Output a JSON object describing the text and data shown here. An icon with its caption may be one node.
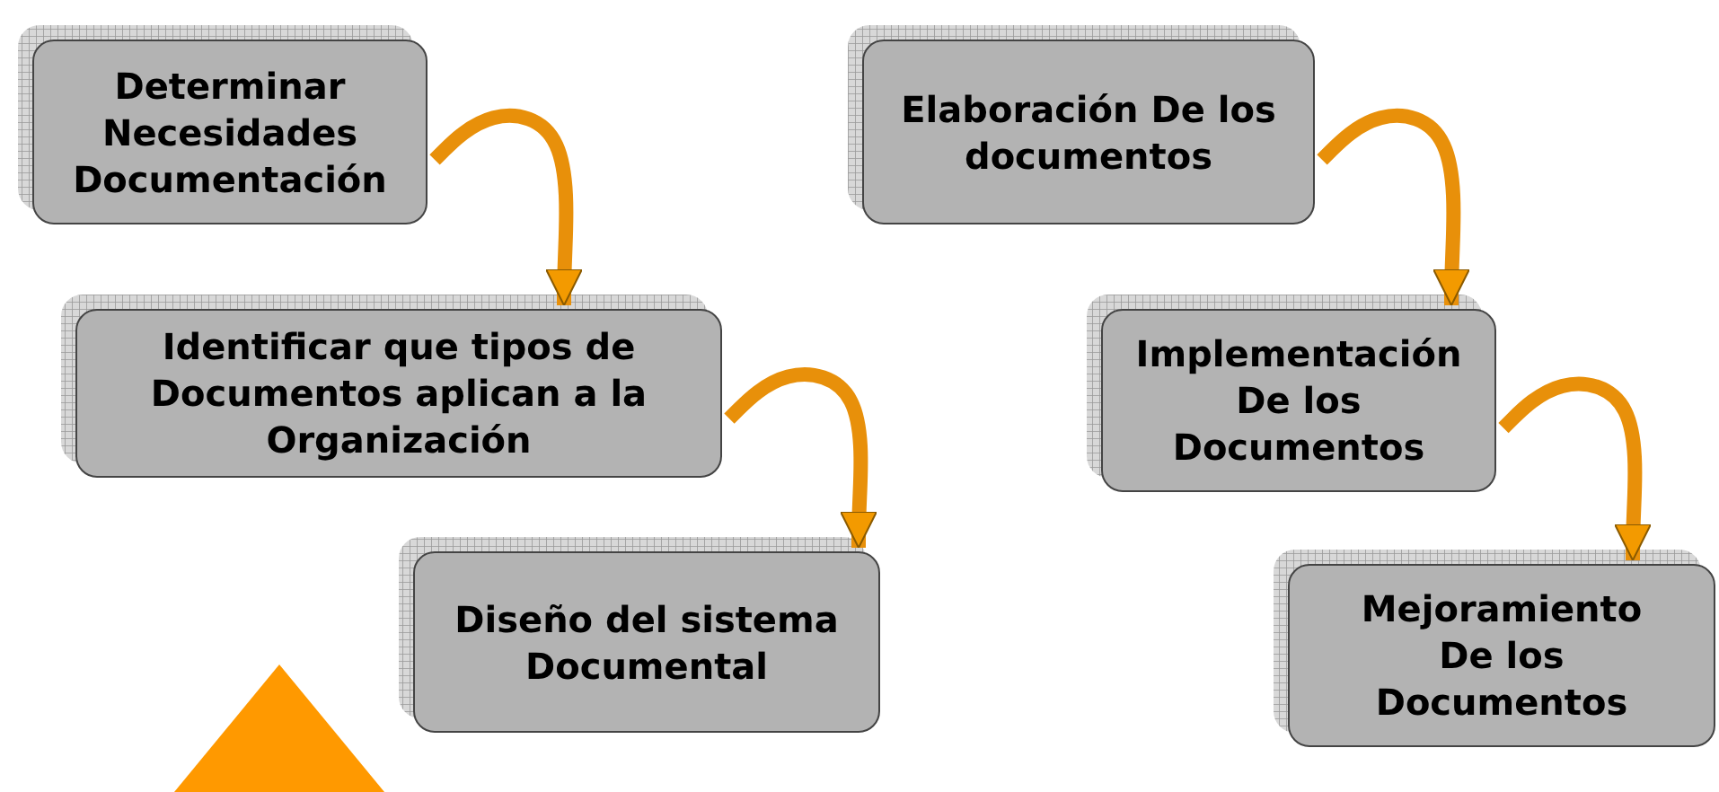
{
  "diagram": {
    "nodes": [
      {
        "text": [
          "Determinar Necesidades Documentación"
        ]
      },
      {
        "text": [
          "Identificar que tipos de Documentos aplican a la Organización"
        ]
      },
      {
        "text": [
          "Diseño del sistema Documental"
        ]
      },
      {
        "text": [
          "Elaboración De los documentos"
        ]
      },
      {
        "text": [
          "Implementación De los Documentos"
        ]
      },
      {
        "text": [
          "Mejoramiento De los Documentos"
        ]
      },
      {
        "text": [],
        "shape": "triangle"
      }
    ],
    "edges": [
      {
        "from": 0,
        "to": 1,
        "arrow": "to"
      },
      {
        "from": 1,
        "to": 2,
        "arrow": "to"
      },
      {
        "from": 3,
        "to": 4,
        "arrow": "to"
      },
      {
        "from": 4,
        "to": 5,
        "arrow": "to"
      }
    ]
  }
}
